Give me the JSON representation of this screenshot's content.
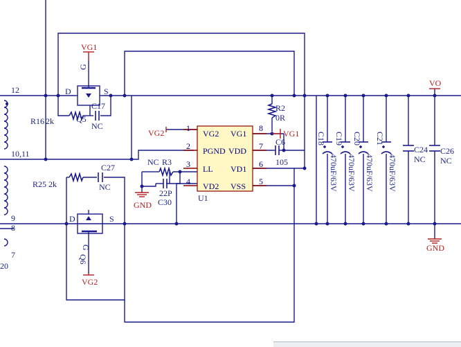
{
  "components": {
    "q5": {
      "ref": "Q5",
      "gate_net": "VG1",
      "gate_pin": "G",
      "drain_pin": "D",
      "source_pin": "S"
    },
    "q6": {
      "ref": "Q6",
      "gate_net": "VG2",
      "gate_pin": "G",
      "drain_pin": "D",
      "source_pin": "S"
    },
    "r16": {
      "ref": "R16",
      "value": "2k"
    },
    "r25": {
      "ref": "R25",
      "value": "2k"
    },
    "c17": {
      "ref": "C17",
      "value": "NC"
    },
    "c27": {
      "ref": "C27",
      "value": "NC"
    },
    "r2": {
      "ref": "R2",
      "value": "0R"
    },
    "c6": {
      "ref": "C6",
      "value": "105"
    },
    "r3": {
      "ref": "R3",
      "value_left": "NC"
    },
    "c30": {
      "ref": "C30",
      "value": "22P"
    },
    "c18": {
      "ref": "C18",
      "value": "470uF/63V"
    },
    "c19": {
      "ref": "C19",
      "value": "470uF/63V"
    },
    "c20": {
      "ref": "C20",
      "value": "470uF/63V"
    },
    "c21": {
      "ref": "C21",
      "value": "470uF/63V"
    },
    "c24": {
      "ref": "C24",
      "value": "NC"
    },
    "c26": {
      "ref": "C26",
      "value": "NC"
    }
  },
  "ic": {
    "ref": "U1",
    "fill_color": "#fff8c4",
    "pins_left": [
      {
        "num": "1",
        "name": "VG2"
      },
      {
        "num": "2",
        "name": "PGND"
      },
      {
        "num": "3",
        "name": "LL"
      },
      {
        "num": "4",
        "name": "VD2"
      }
    ],
    "pins_right": [
      {
        "num": "8",
        "name": "VG1"
      },
      {
        "num": "7",
        "name": "VDD"
      },
      {
        "num": "6",
        "name": "VD1"
      },
      {
        "num": "5",
        "name": "VSS"
      }
    ]
  },
  "nets": {
    "vg1_top": "VG1",
    "vg1_ic": "VG1",
    "vg2_ic": "VG2",
    "vg2_bottom": "VG2",
    "vo": "VO",
    "gnd_left": "GND",
    "gnd_right": "GND"
  },
  "transformer": {
    "pin_12": "12",
    "pin_10_11": "10,11",
    "pin_9": "9",
    "pin_8": "8",
    "pin_7": "7",
    "pin_20": "20"
  },
  "colors": {
    "wire": "#1a1a8c",
    "net_label": "#b71c1c",
    "ic_fill": "#fff8c4"
  }
}
